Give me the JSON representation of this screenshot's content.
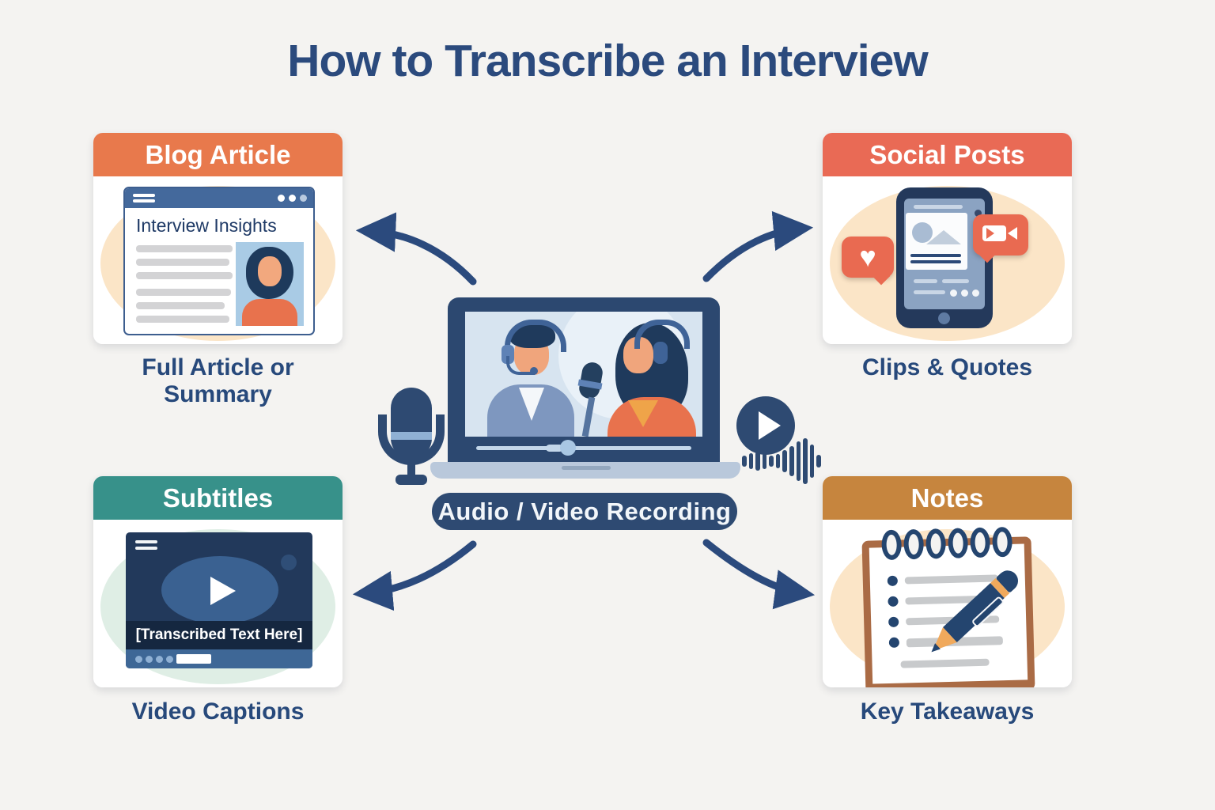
{
  "title": "How to Transcribe an Interview",
  "center": {
    "recording_label": "Audio / Video Recording"
  },
  "cards": {
    "blog": {
      "header": "Blog Article",
      "header_color": "#E8794C",
      "caption": "Full Article or Summary",
      "browser_title": "Interview Insights"
    },
    "social": {
      "header": "Social Posts",
      "header_color": "#E96A55",
      "caption": "Clips & Quotes"
    },
    "subtitles": {
      "header": "Subtitles",
      "header_color": "#37918A",
      "caption": "Video Captions",
      "subtitle_text": "[Transcribed Text Here]"
    },
    "notes": {
      "header": "Notes",
      "header_color": "#C6853E",
      "caption": "Key Takeaways"
    }
  },
  "icons": {
    "heart": "♥"
  },
  "colors": {
    "background": "#F4F3F1",
    "navy": "#2B4A7D",
    "arrow": "#2B4A7D",
    "laptop_frame": "#2C4870",
    "laptop_base": "#B9C8DB",
    "pill_background": "#2E4A72",
    "coral_bubble": "#E96A51",
    "peach_glow": "#FBE5C7",
    "mint_glow": "#DFEEE5"
  }
}
